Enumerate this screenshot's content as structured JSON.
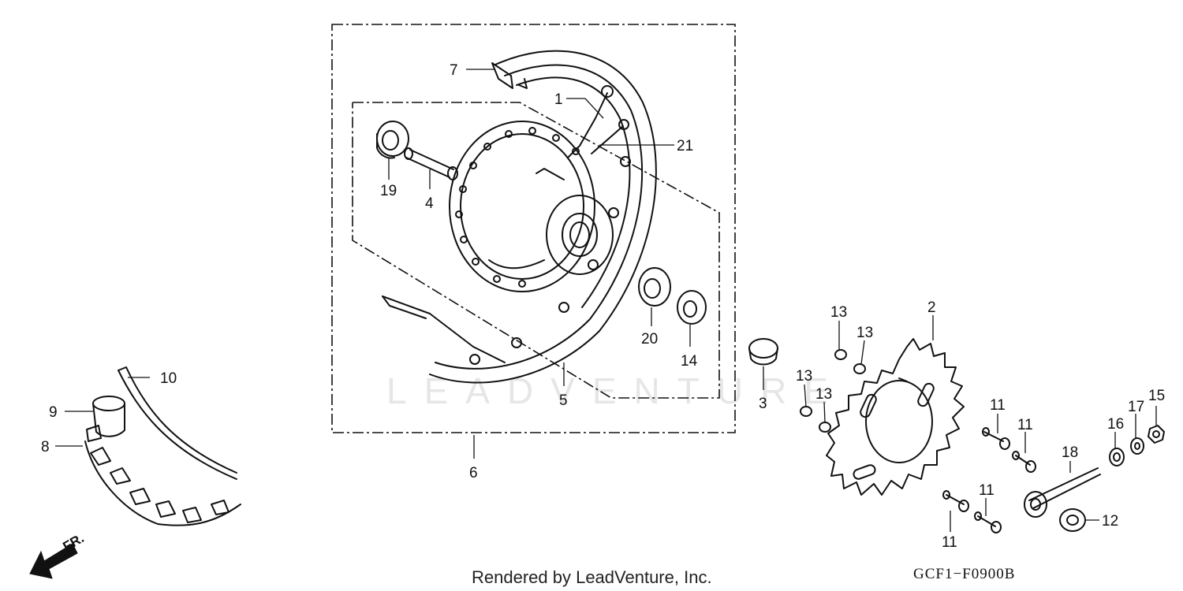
{
  "watermark": "LEADVENTURE",
  "footer": {
    "rendered_by": "Rendered by LeadVenture, Inc.",
    "diagram_code": "GCF1−F0900B"
  },
  "direction_label": "FR.",
  "callouts": [
    "1",
    "2",
    "3",
    "4",
    "5",
    "6",
    "7",
    "8",
    "9",
    "10",
    "11",
    "11",
    "11",
    "11",
    "12",
    "13",
    "13",
    "13",
    "13",
    "14",
    "15",
    "16",
    "17",
    "18",
    "19",
    "20",
    "21"
  ],
  "icons": {
    "direction_arrow": "arrow-down-left-icon"
  }
}
